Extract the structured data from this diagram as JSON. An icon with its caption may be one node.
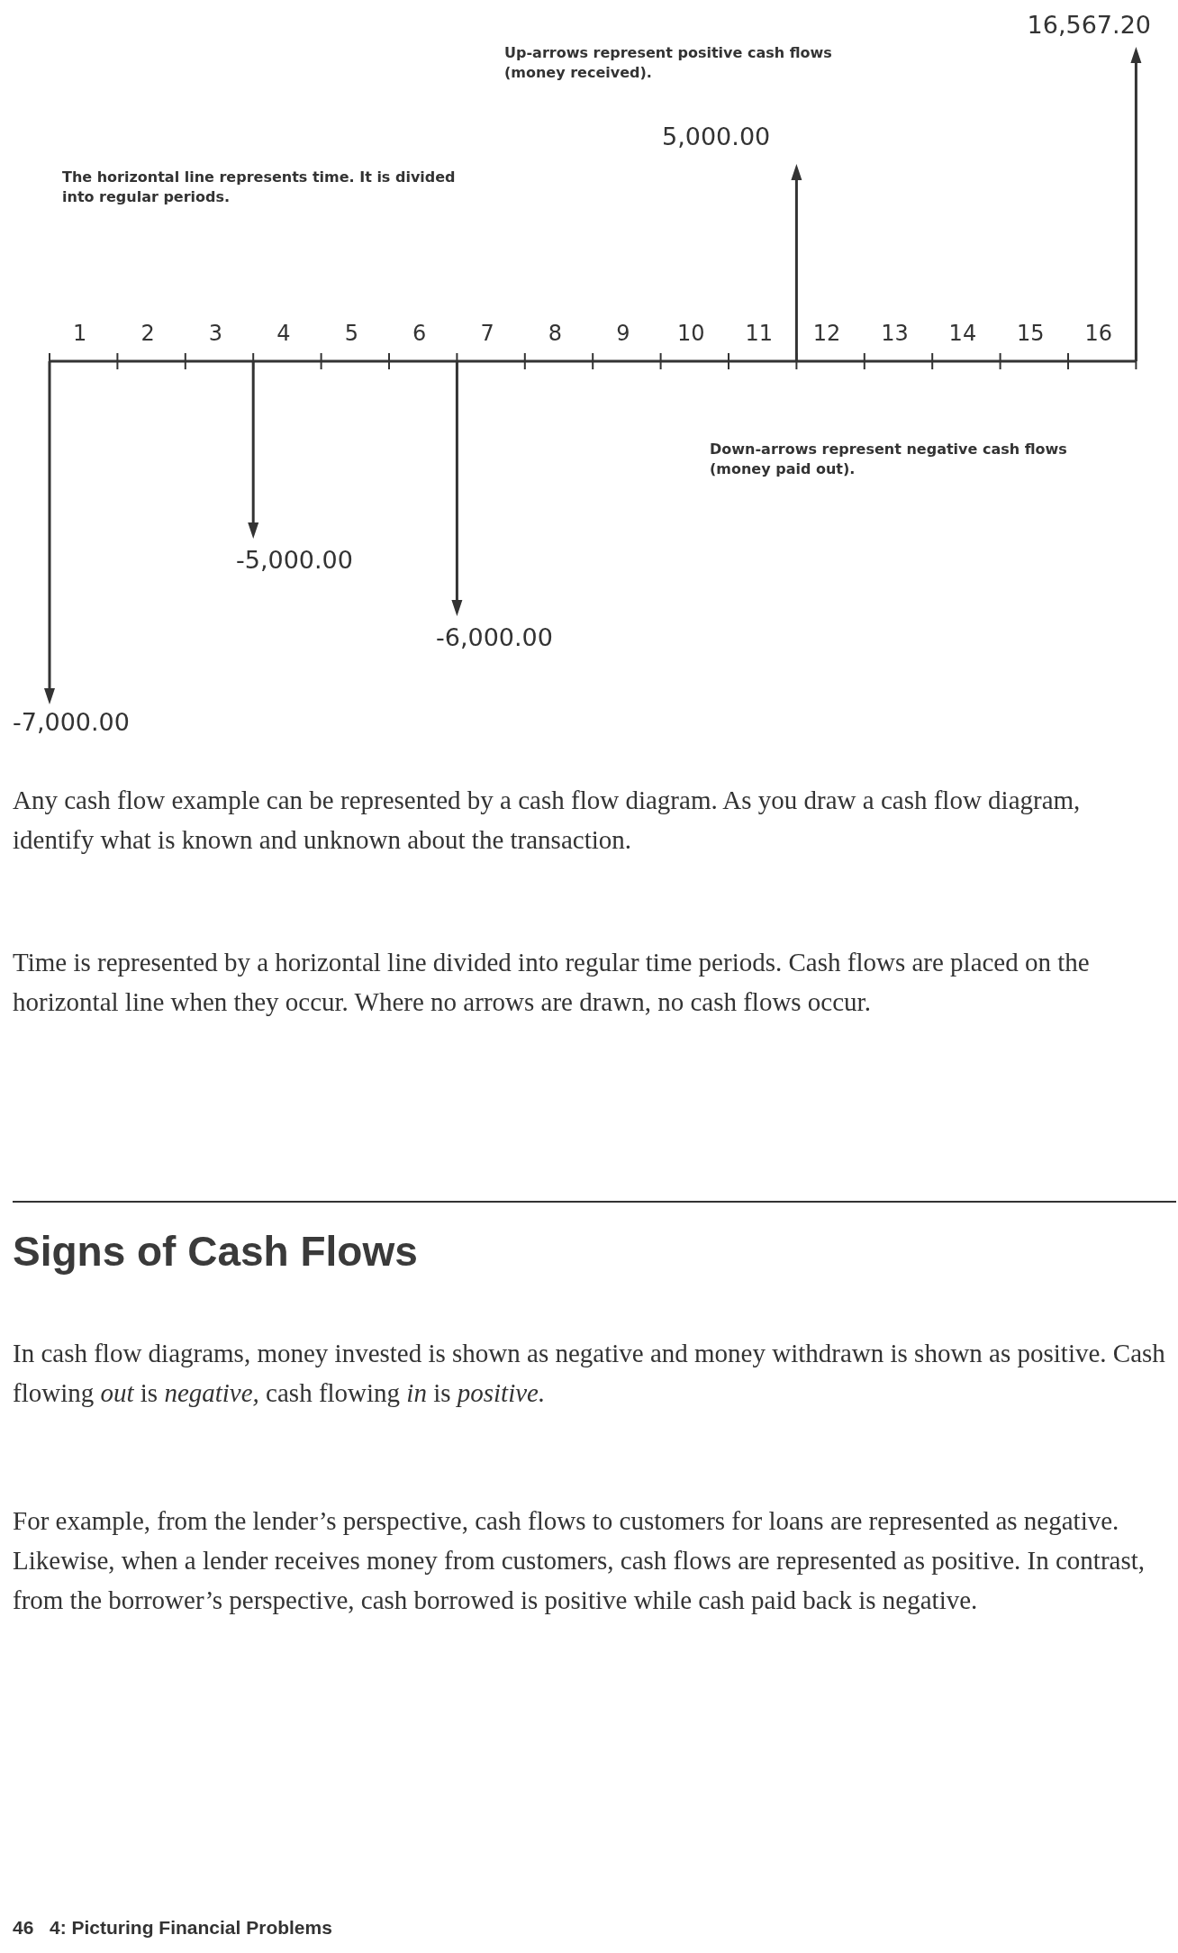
{
  "diagram": {
    "labels": [
      "16,567.20",
      "Up-arrows represent positive cash flows (money received).",
      "5,000.00",
      "The horizontal line represents time. It is divided into regular periods.",
      "1",
      "2",
      "3",
      "4",
      "5",
      "6",
      "7",
      "8",
      "9",
      "10",
      "11",
      "12",
      "13",
      "14",
      "15",
      "16",
      "Down-arrows represent negative cash flows (money paid out).",
      "-5,000.00",
      "-6,000.00",
      "-7,000.00",
      "Any cash flow example can be represented by a cash flow diagram. As you draw a cash flow diagram, identify what is known and unknown about the transaction.",
      "Time is represented by a horizontal line divided into regular time periods. Cash flows are placed on the horizontal line when they occur. Where no arrows are drawn, no cash flows occur.",
      "Signs of Cash Flows",
      "In cash flow diagrams, money invested is shown as negative and money withdrawn is shown as positive. Cash flowing *out* is *negative,* cash flowing *in* is *positive.*",
      "For example, from the lender’s perspective, cash flows to customers for loans are represented as negative. Likewise, when a lender receives money from customers, cash flows are represented as positive. In contrast, from the borrower’s perspective, cash borrowed is positive while cash paid back is negative.",
      "46",
      "4: Picturing Financial Problems"
    ]
  }
}
